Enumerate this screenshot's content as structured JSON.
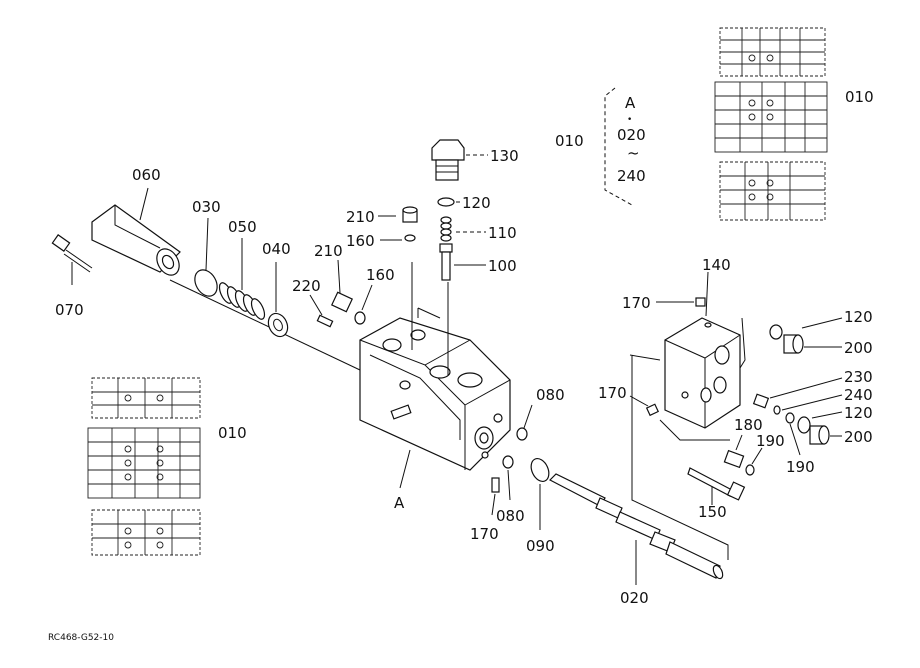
{
  "diagram": {
    "footer_code": "RC468-G52-10",
    "center_label": "A",
    "bracket_note": {
      "top": "A",
      "bullet": "•",
      "from": "020",
      "tilde": "~",
      "to": "240",
      "ref": "010"
    },
    "labels": {
      "l010_right": "010",
      "l010_left": "010",
      "l020": "020",
      "l030": "030",
      "l040": "040",
      "l050": "050",
      "l060": "060",
      "l070": "070",
      "l080a": "080",
      "l080b": "080",
      "l090": "090",
      "l100": "100",
      "l110": "110",
      "l120a": "120",
      "l120b": "120",
      "l120c": "120",
      "l130": "130",
      "l140": "140",
      "l150": "150",
      "l160a": "160",
      "l160b": "160",
      "l170a": "170",
      "l170b": "170",
      "l170c": "170",
      "l180": "180",
      "l190a": "190",
      "l190b": "190",
      "l200a": "200",
      "l200b": "200",
      "l210a": "210",
      "l210b": "210",
      "l220": "220",
      "l230": "230",
      "l240": "240"
    }
  }
}
